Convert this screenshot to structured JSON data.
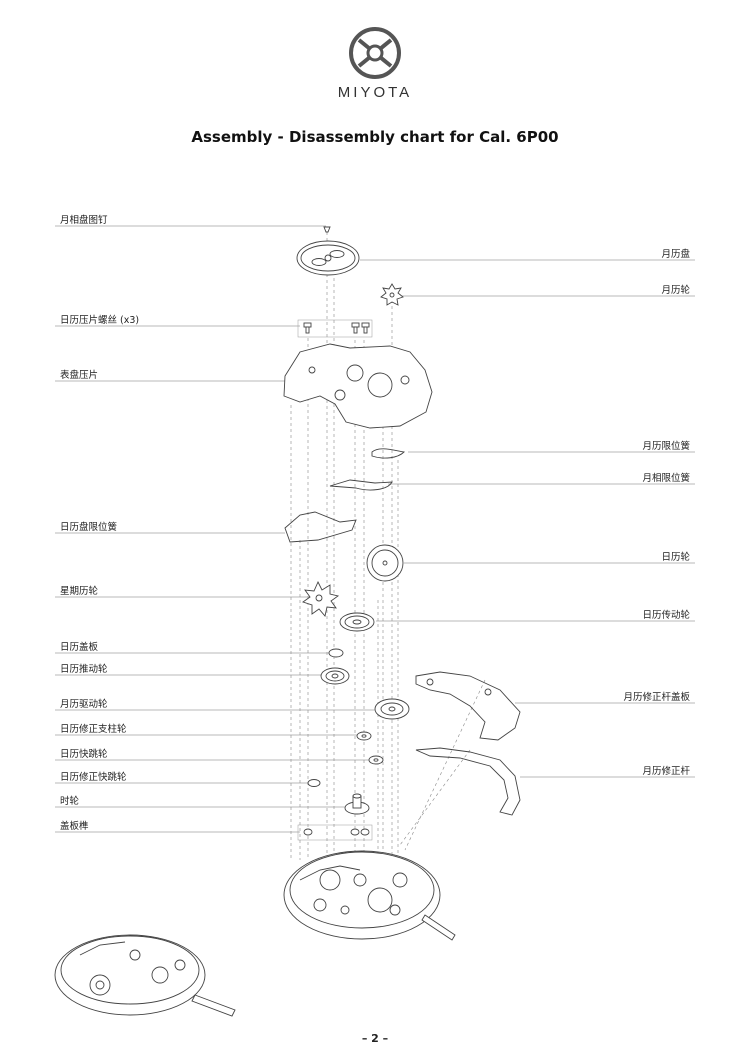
{
  "header": {
    "brand": "MIYOTA",
    "title": "Assembly - Disassembly chart for Cal. 6P00"
  },
  "labels": {
    "left": [
      "月相盘图钉",
      "日历压片螺丝 (x3)",
      "表盘压片",
      "日历盘限位簧",
      "星期历轮",
      "日历盖板",
      "日历推动轮",
      "月历驱动轮",
      "日历修正支柱轮",
      "日历快跳轮",
      "日历修正快跳轮",
      "时轮",
      "盖板榫"
    ],
    "right": [
      "月历盘",
      "月历轮",
      "月历限位簧",
      "月相限位簧",
      "日历轮",
      "日历传动轮",
      "月历修正杆盖板",
      "月历修正杆"
    ]
  },
  "footer": {
    "page_number": "– 2 –"
  }
}
